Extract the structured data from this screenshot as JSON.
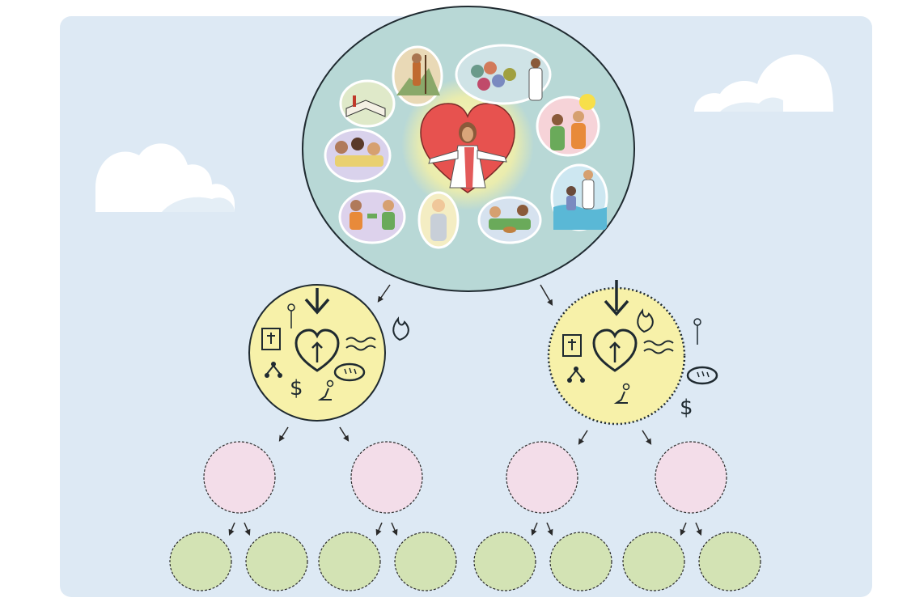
{
  "colors": {
    "page_background": "#ffffff",
    "panel_background": "#dde9f4",
    "cloud": "#ffffff",
    "cloud_shadow": "#e4eef6",
    "main_circle_fill": "#b8d8d6",
    "main_circle_stroke": "#1f2a30",
    "heart_fill": "#e7524f",
    "heart_glow": "#fbf3a0",
    "yellow_group_fill": "#f7f1a9",
    "pink_group_fill": "#f3dde9",
    "green_group_fill": "#d3e3b4",
    "line_stroke": "#2a2a2a"
  },
  "vignettes": [
    {
      "name": "bible-vignette",
      "fill": "#dfe9c9"
    },
    {
      "name": "prophet-mountain-vignette",
      "fill": "#e9d9b6"
    },
    {
      "name": "crowd-with-jesus-vignette",
      "fill": "#cfe3e6"
    },
    {
      "name": "rejoicing-sun-vignette",
      "fill": "#f6d3d8"
    },
    {
      "name": "study-group-vignette",
      "fill": "#d9d2ec"
    },
    {
      "name": "baptism-vignette",
      "fill": "#cde7f1"
    },
    {
      "name": "giving-vignette",
      "fill": "#ddd2ec"
    },
    {
      "name": "praying-man-vignette",
      "fill": "#f4edc3"
    },
    {
      "name": "lords-supper-vignette",
      "fill": "#d6e2ef"
    }
  ],
  "icons": [
    "scripture-book-icon",
    "heart-person-icon",
    "water-waves-icon",
    "fire-spirit-icon",
    "shepherd-staff-icon",
    "bread-icon",
    "dollar-sign-icon",
    "kneeling-prayer-icon",
    "multiplying-branch-icon",
    "downward-arrow-icon"
  ],
  "diagram": {
    "first_generation_count": 2,
    "second_generation_count": 4,
    "third_generation_count": 8
  }
}
